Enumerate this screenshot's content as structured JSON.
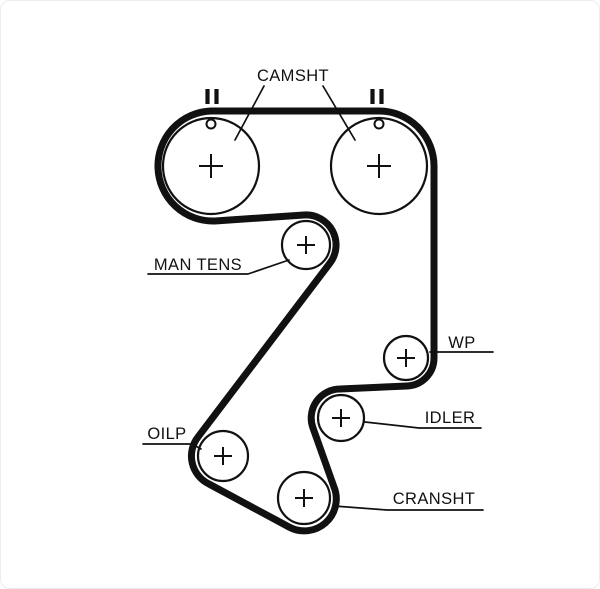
{
  "diagram": {
    "type": "timing-belt-routing",
    "labels": {
      "camshaft": "CAMSHT",
      "man_tens": "MAN TENS",
      "wp": "WP",
      "idler": "IDLER",
      "oilp": "OILP",
      "cransht": "CRANSHT"
    },
    "colors": {
      "line": "#111111",
      "background": "#ffffff"
    }
  }
}
